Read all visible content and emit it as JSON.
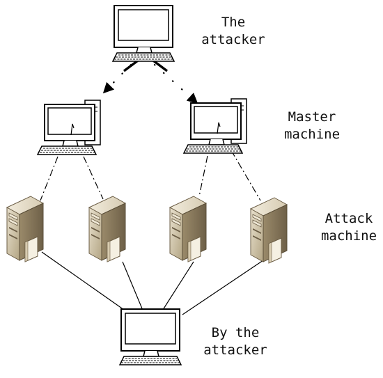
{
  "labels": {
    "attacker": [
      "The",
      "attacker"
    ],
    "master": [
      "Master",
      "machine"
    ],
    "attack": [
      "Attack",
      "machine"
    ],
    "victim": [
      "By the",
      "attacker"
    ]
  },
  "colors": {
    "server_front": "#c9bea6",
    "server_side": "#8d7d5e",
    "server_top": "#e9e1ce",
    "server_panel": "#f3eedd",
    "line": "#000000"
  }
}
